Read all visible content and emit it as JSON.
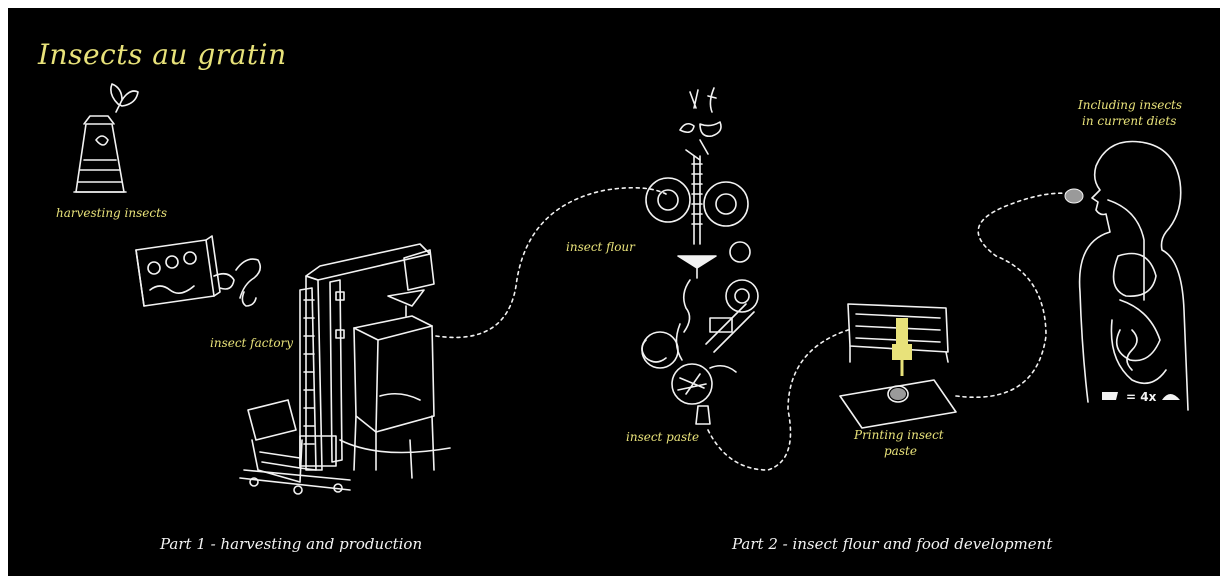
{
  "title": "Insects au gratin",
  "labels": {
    "harvesting": "harvesting insects",
    "factory": "insect factory",
    "flour": "insect flour",
    "paste": "insect paste",
    "printing_line1": "Printing insect",
    "printing_line2": "paste",
    "diets_line1": "Including insects",
    "diets_line2": "in current diets",
    "equivalence": "= 4x"
  },
  "parts": {
    "part1": "Part 1 - harvesting and production",
    "part2": "Part 2 - insect flour and food development"
  },
  "colors": {
    "background": "#000000",
    "accent": "#e8e27a",
    "line": "#f2f2f2"
  }
}
